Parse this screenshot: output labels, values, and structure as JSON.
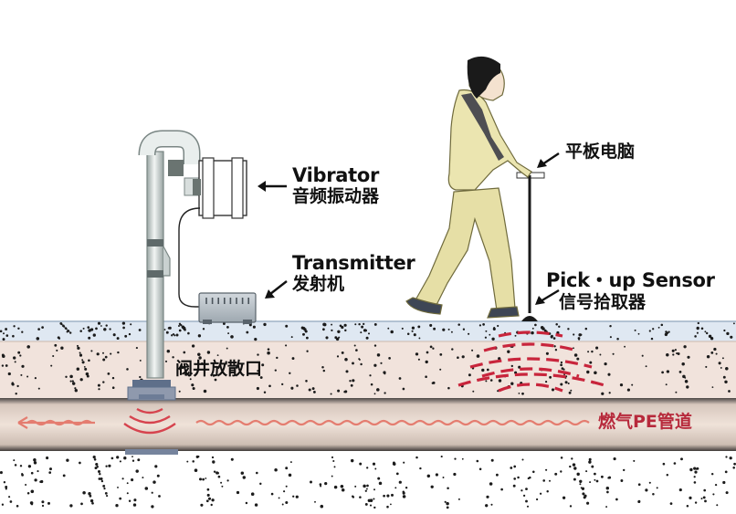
{
  "labels": {
    "vibrator_en": "Vibrator",
    "vibrator_zh": "音频振动器",
    "transmitter_en": "Transmitter",
    "transmitter_zh": "发射机",
    "tablet_zh": "平板电脑",
    "sensor_en": "Pick・up Sensor",
    "sensor_zh": "信号拾取器",
    "valve_zh": "阀井放散口",
    "pipe_zh": "燃气PE管道"
  },
  "icons": {
    "vibrator": "vibrator-icon",
    "transmitter": "transmitter-icon",
    "operator": "person-icon",
    "sensor": "sensor-icon",
    "valve": "valve-icon"
  },
  "colors": {
    "surface_layer": "#dfe8f2",
    "soil_layer": "#f1e3dc",
    "pipe": "#e6d6cc",
    "wave": "#c8253c",
    "flow": "#e47d70",
    "text": "#111111",
    "pipe_label": "#b72a3c"
  }
}
